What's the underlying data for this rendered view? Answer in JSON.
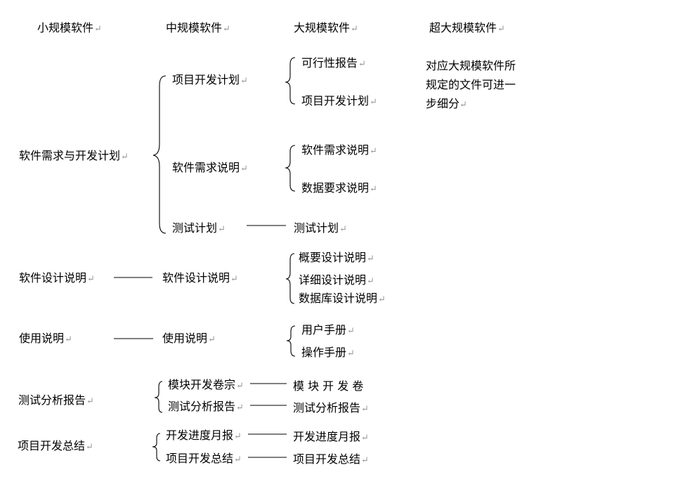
{
  "mark": "↵",
  "headers": {
    "small": "小规模软件",
    "medium": "中规模软件",
    "large": "大规模软件",
    "xlarge": "超大规模软件"
  },
  "xlarge_note": "对应大规模软件所规定的文件可进一步细分",
  "nodes": {
    "small_req": "软件需求与开发计划",
    "small_design": "软件设计说明",
    "small_use": "使用说明",
    "small_test": "测试分析报告",
    "small_summary": "项目开发总结",
    "mid_plan": "项目开发计划",
    "mid_req": "软件需求说明",
    "mid_testplan": "测试计划",
    "mid_design": "软件设计说明",
    "mid_use": "使用说明",
    "mid_module": "模块开发卷宗",
    "mid_testreport": "测试分析报告",
    "mid_monthly": "开发进度月报",
    "mid_summary": "项目开发总结",
    "lg_feasibility": "可行性报告",
    "lg_plan": "项目开发计划",
    "lg_req": "软件需求说明",
    "lg_datareq": "数据要求说明",
    "lg_testplan": "测试计划",
    "lg_overview": "概要设计说明",
    "lg_detail": "详细设计说明",
    "lg_db": "数据库设计说明",
    "lg_usermanual": "用户手册",
    "lg_opmanual": "操作手册",
    "lg_module": "模 块 开 发 卷",
    "lg_testreport": "测试分析报告",
    "lg_monthly": "开发进度月报",
    "lg_summary": "项目开发总结"
  }
}
